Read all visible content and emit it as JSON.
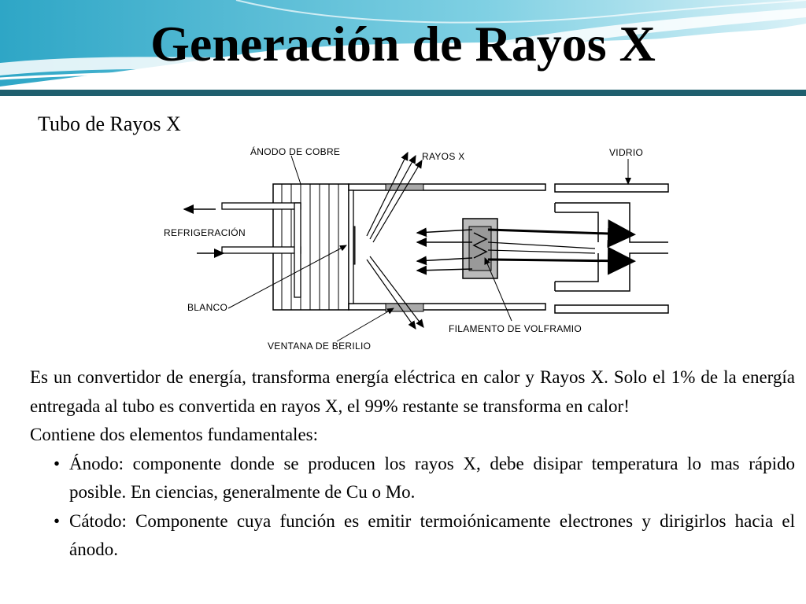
{
  "slide": {
    "title": "Generación de Rayos X",
    "subtitle": "Tubo de Rayos X"
  },
  "diagram": {
    "labels": {
      "anodo": "ÁNODO DE COBRE",
      "rayos": "RAYOS X",
      "vidrio": "VIDRIO",
      "refrigeracion": "REFRIGERACIÓN",
      "blanco": "BLANCO",
      "filamento": "FILAMENTO DE VOLFRAMIO",
      "ventana": "VENTANA DE BERILIO"
    }
  },
  "body": {
    "paragraph": "Es un convertidor de energía, transforma energía eléctrica en calor y Rayos X. Solo el 1% de la energía entregada al tubo es convertida en rayos X, el 99% restante se transforma en calor!",
    "intro": "Contiene dos elementos fundamentales:",
    "bullets": [
      "Ánodo: componente donde se producen los rayos X, debe disipar temperatura lo mas rápido posible. En ciencias, generalmente de Cu o Mo.",
      "Cátodo: Componente cuya función es emitir termoiónicamente electrones y dirigirlos hacia el ánodo."
    ],
    "bullet_symbol": "•"
  },
  "colors": {
    "header_band": "#1f5f6e",
    "wave_light": "#8fd3e4",
    "wave_mid": "#3aaecb"
  }
}
